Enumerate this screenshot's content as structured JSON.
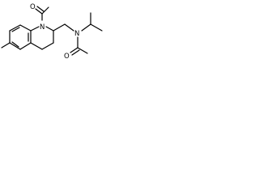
{
  "molecule": {
    "atoms": {
      "ring_nitrogen": "N",
      "amide_nitrogen": "N",
      "acetyl_oxygen_ring": "O",
      "acetyl_oxygen_chain": "O"
    },
    "colors": {
      "bond": "#000000",
      "label": "#000000",
      "background": "#ffffff"
    }
  }
}
